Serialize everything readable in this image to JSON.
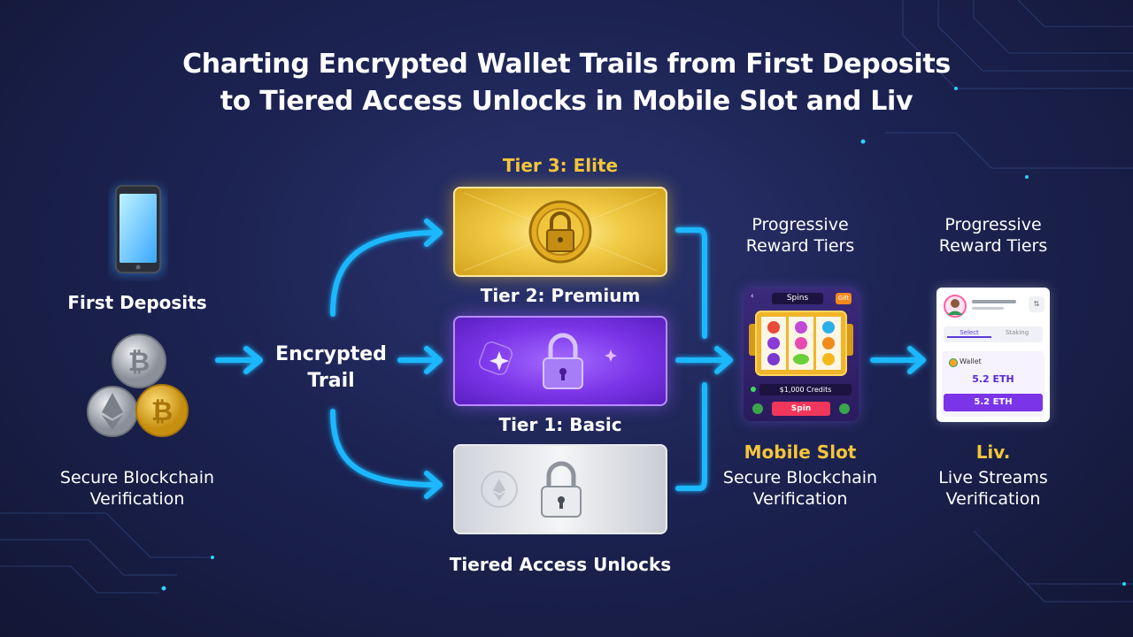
{
  "title": {
    "line1": "Charting Encrypted Wallet Trails from First Deposits",
    "line2": "to Tiered Access Unlocks in Mobile Slot and Liv"
  },
  "left": {
    "first_deposits": "First Deposits",
    "secure_line1": "Secure Blockchain",
    "secure_line2": "Verification"
  },
  "trail": {
    "line1": "Encrypted",
    "line2": "Trail"
  },
  "tiers": {
    "tier3": "Tier 3: Elite",
    "tier2": "Tier 2: Premium",
    "tier1": "Tier 1: Basic",
    "footer": "Tiered Access Unlocks"
  },
  "mobile_slot": {
    "top_line1": "Progressive",
    "top_line2": "Reward Tiers",
    "name": "Mobile Slot",
    "bottom_line1": "Secure Blockchain",
    "bottom_line2": "Verification",
    "screen": {
      "header": "Spins",
      "badge": "Gift",
      "credits": "$1,000 Credits",
      "spin": "Spin"
    }
  },
  "live": {
    "top_line1": "Progressive",
    "top_line2": "Reward Tiers",
    "name": "Liv.",
    "bottom_line1": "Live Streams",
    "bottom_line2": "Verification",
    "screen": {
      "tab_active": "Select",
      "tab_other": "Staking",
      "wallet_label": "Wallet",
      "balance": "5.2 ETH",
      "button": "5.2 ETH"
    }
  },
  "colors": {
    "arrow": "#1fb8ff",
    "gold": "#f4c53a",
    "purple": "#7b34e8",
    "silver": "#e6e8ec"
  }
}
